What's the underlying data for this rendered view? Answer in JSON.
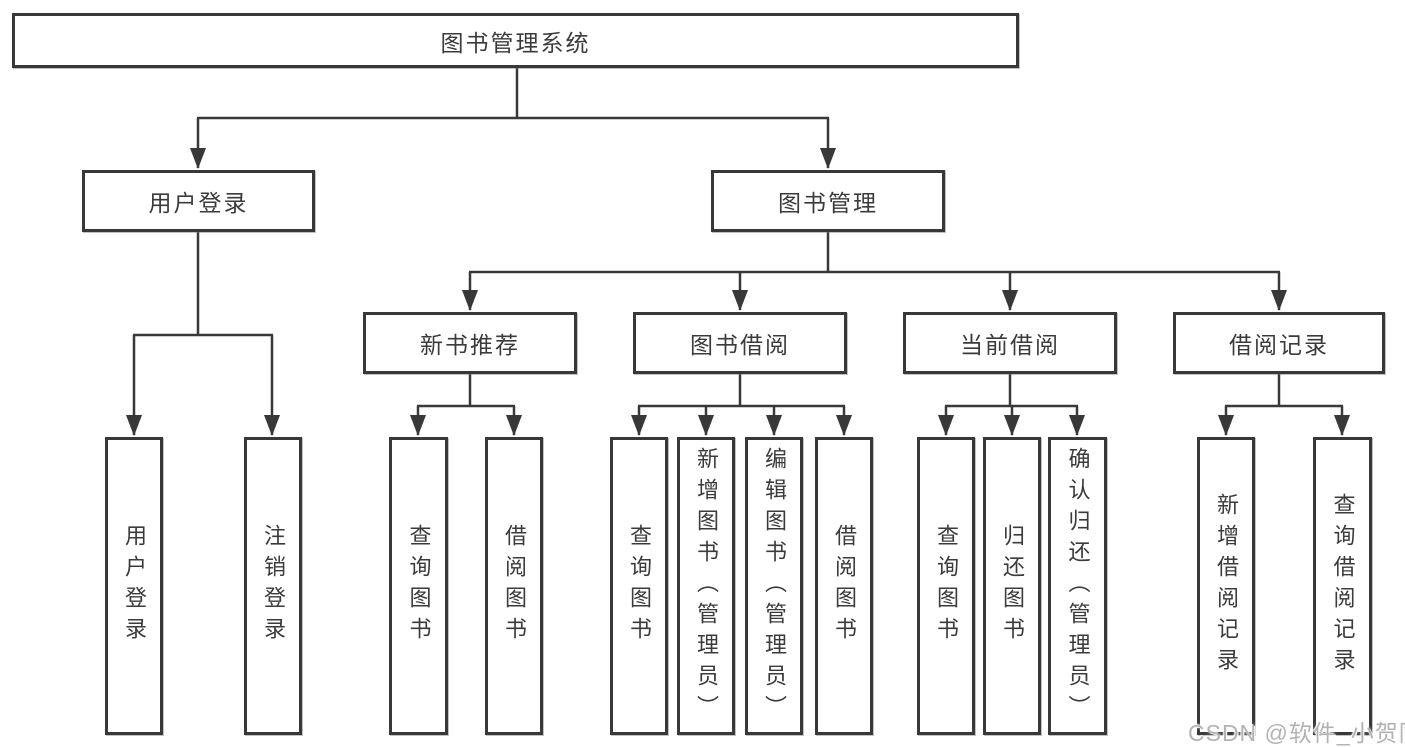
{
  "diagram": {
    "title": "图书管理系统",
    "watermark": "CSDN @软件_小贺同学",
    "colors": {
      "line": "#383838",
      "box_border": "#383838",
      "box_fill": "#ffffff",
      "text": "#3b3b3b",
      "watermark": "#b3b3b3"
    },
    "nodes": {
      "root": "图书管理系统",
      "user_login": "用户登录",
      "book_management": "图书管理",
      "new_book_recommend": "新书推荐",
      "book_borrow": "图书借阅",
      "current_borrow": "当前借阅",
      "borrow_records": "借阅记录",
      "user_login_leaf": "用户登录",
      "logout_leaf": "注销登录",
      "query_book_1": "查询图书",
      "borrow_book_1": "借阅图书",
      "query_book_2": "查询图书",
      "add_book_admin": "新增图书（管理员）",
      "edit_book_admin": "编辑图书（管理员）",
      "borrow_book_2": "借阅图书",
      "query_book_3": "查询图书",
      "return_book": "归还图书",
      "confirm_return_admin": "确认归还（管理员）",
      "add_borrow_record": "新增借阅记录",
      "query_borrow_record": "查询借阅记录"
    },
    "hierarchy": {
      "图书管理系统": [
        "用户登录",
        "图书管理"
      ],
      "用户登录": [
        "用户登录",
        "注销登录"
      ],
      "图书管理": [
        "新书推荐",
        "图书借阅",
        "当前借阅",
        "借阅记录"
      ],
      "新书推荐": [
        "查询图书",
        "借阅图书"
      ],
      "图书借阅": [
        "查询图书",
        "新增图书（管理员）",
        "编辑图书（管理员）",
        "借阅图书"
      ],
      "当前借阅": [
        "查询图书",
        "归还图书",
        "确认归还（管理员）"
      ],
      "借阅记录": [
        "新增借阅记录",
        "查询借阅记录"
      ]
    }
  }
}
